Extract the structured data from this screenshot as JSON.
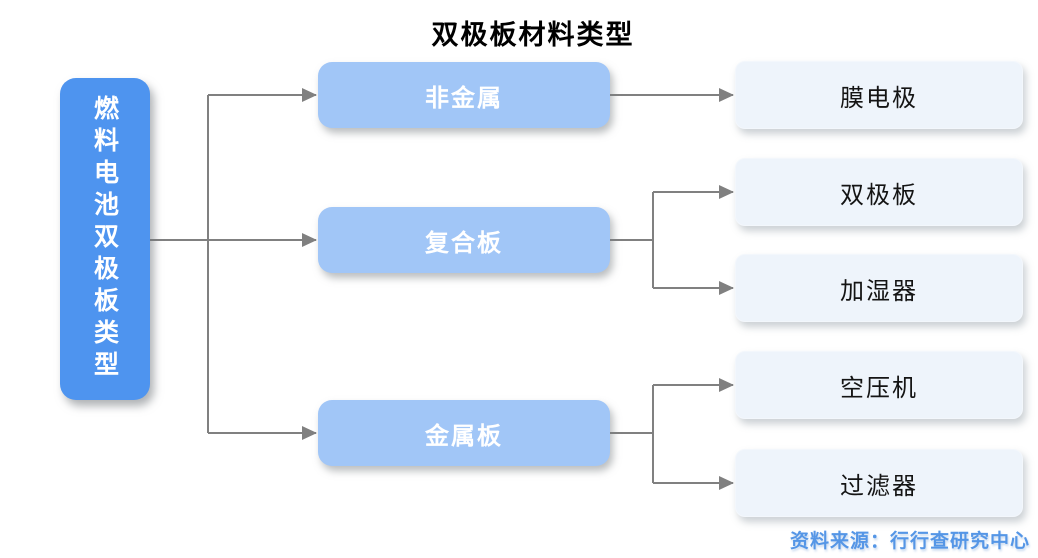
{
  "title": "双极板材料类型",
  "root": {
    "label": "燃料电池双极板类型"
  },
  "categories": [
    {
      "label": "非金属",
      "children": [
        "膜电极"
      ]
    },
    {
      "label": "复合板",
      "children": [
        "双极板",
        "加湿器"
      ]
    },
    {
      "label": "金属板",
      "children": [
        "空压机",
        "过滤器"
      ]
    }
  ],
  "footer": {
    "source": "资料来源：行行查研究中心"
  },
  "colors": {
    "root_box": "#4E94EF",
    "category_box": "#A1C6F7",
    "leaf_box": "#EEF4FB",
    "connector": "#808080",
    "title_text": "#000000",
    "source_text": "#5596E6"
  }
}
